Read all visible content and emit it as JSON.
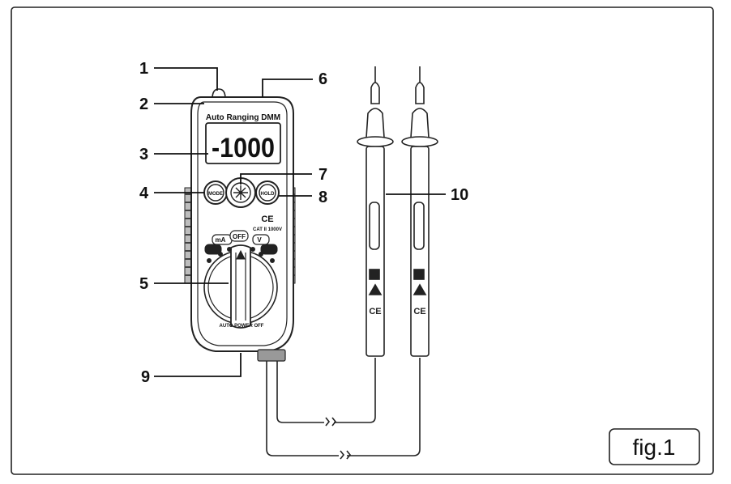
{
  "device": {
    "title": "Auto Ranging DMM",
    "display_reading": "-1000",
    "mode_button": "MODE",
    "hold_button": "HOLD",
    "ce_mark": "CE",
    "category": "CAT II 1000V",
    "off_label": "OFF",
    "dial_label": "AUTO POWER OFF",
    "ma_label": "mA",
    "v_label": "V"
  },
  "callouts": [
    "1",
    "2",
    "3",
    "4",
    "5",
    "6",
    "7",
    "8",
    "9",
    "10"
  ],
  "fig_label": "fig.1"
}
